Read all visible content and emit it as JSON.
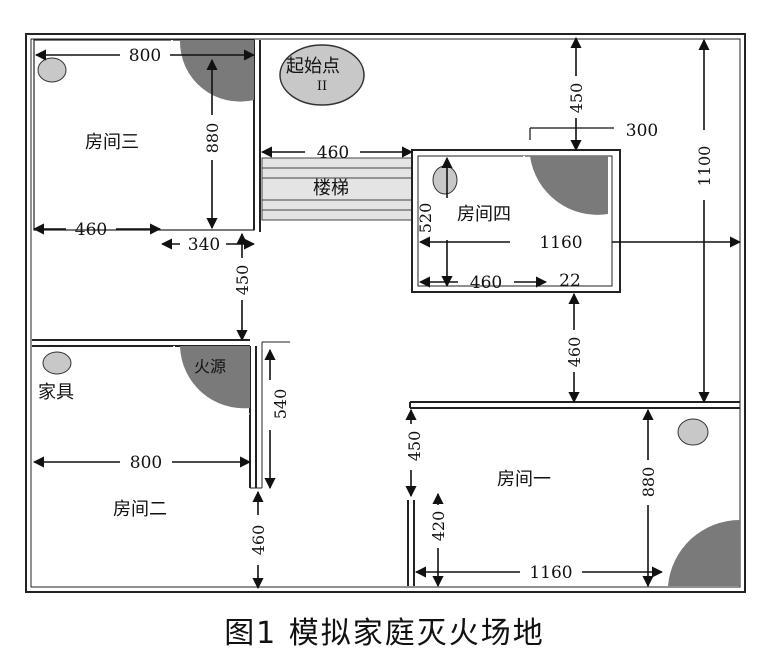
{
  "caption": "图1 模拟家庭灭火场地",
  "rooms": {
    "room1": "房间一",
    "room2": "房间二",
    "room3": "房间三",
    "room4": "房间四"
  },
  "labels": {
    "start": "起始点",
    "start_mark": "II",
    "stairs": "楼梯",
    "furniture": "家具",
    "fire": "火源"
  },
  "dims": {
    "r3_width": "800",
    "r3_height": "880",
    "stair_len": "460",
    "door_left": "460",
    "door_r3": "340",
    "corridor_450": "450",
    "top_450": "450",
    "offset_300": "300",
    "total_1100": "1100",
    "r4_height": "520",
    "r4_span": "1160",
    "r4_460": "460",
    "r4_22": "22",
    "right_460": "460",
    "r2_540": "540",
    "r2_width": "800",
    "r2_460": "460",
    "r1_450": "450",
    "r1_420": "420",
    "r1_880": "880",
    "r1_1160": "1160"
  },
  "colors": {
    "fill_dark": "#7a7a7a",
    "fill_light": "#c8c8c8",
    "wall": "#222222"
  }
}
